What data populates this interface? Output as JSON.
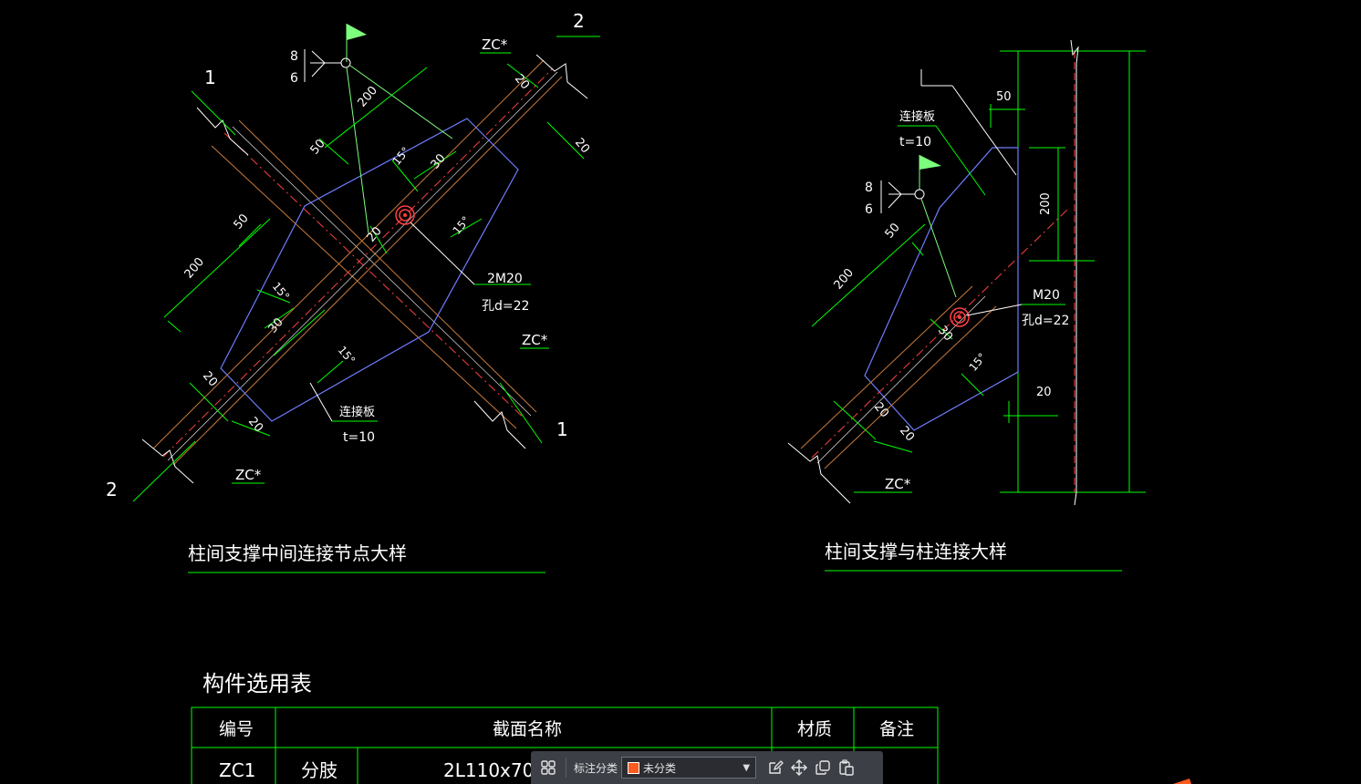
{
  "colors": {
    "background": "#000000",
    "dimension": "#00ff00",
    "plate": "#6f7cff",
    "member": "#c87a3c",
    "centerline": "#ff4040",
    "text": "#ffffff",
    "flag": "#7dff7d",
    "accent": "#ff5a1f"
  },
  "left_detail": {
    "section_1_label": "1",
    "section_2_label": "2",
    "member_labels": [
      "ZC*",
      "ZC*",
      "ZC*"
    ],
    "weld_top": "8",
    "weld_bottom": "6",
    "dims": {
      "d200": "200",
      "d50": "50",
      "d20": "20",
      "d30": "30",
      "angle15": "15°"
    },
    "bolt_label": "2M20",
    "hole_label": "孔d=22",
    "plate_label": "连接板",
    "plate_thickness": "t=10",
    "title": "柱间支撑中间连接节点大样"
  },
  "right_detail": {
    "weld_top": "8",
    "weld_bottom": "6",
    "plate_label": "连接板",
    "plate_thickness": "t=10",
    "dims": {
      "d50": "50",
      "d200": "200",
      "d20": "20",
      "d30": "30",
      "angle15": "15°"
    },
    "bolt_label": "M20",
    "hole_label": "孔d=22",
    "member_label": "ZC*",
    "title": "柱间支撑与柱连接大样"
  },
  "table": {
    "title": "构件选用表",
    "headers": [
      "编号",
      "截面名称",
      "材质",
      "备注"
    ],
    "row": {
      "id": "ZC1",
      "category": "分肢",
      "section": "2L110x70x6"
    }
  },
  "toolbar": {
    "grid_icon": "grid-icon",
    "label": "标注分类",
    "select_value": "未分类",
    "swatch_color": "#ff5a1f",
    "icons": [
      "edit-icon",
      "move-icon",
      "copy-icon",
      "paste-icon"
    ]
  }
}
